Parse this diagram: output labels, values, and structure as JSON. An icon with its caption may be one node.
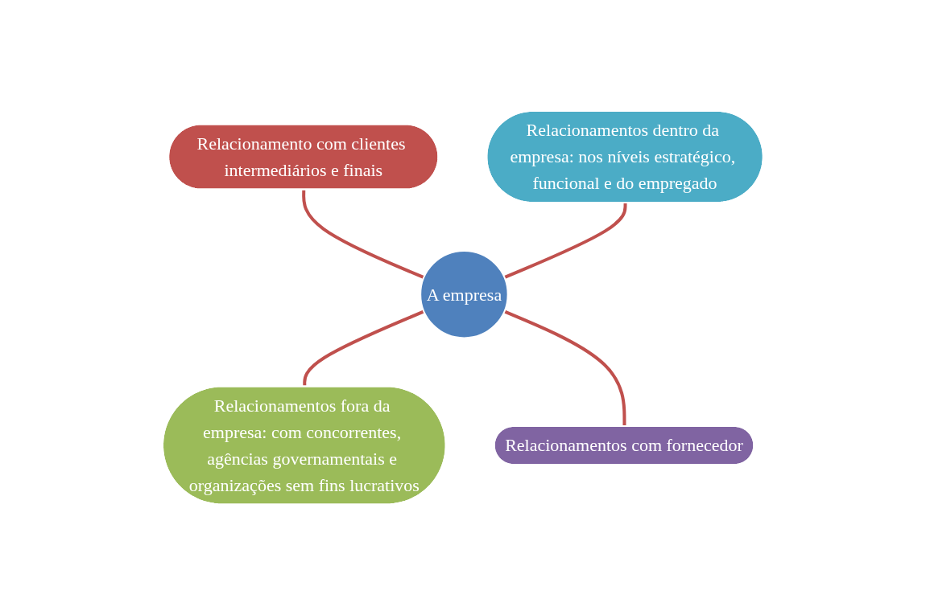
{
  "diagram": {
    "nodes": [
      {
        "text": [
          "Relacionamento com clientes intermediários e finais"
        ]
      },
      {
        "text": [
          "Relacionamentos dentro da empresa: nos níveis estratégico, funcional e do empregado"
        ]
      },
      {
        "text": [
          "A empresa"
        ]
      },
      {
        "text": [
          "Relacionamentos fora da empresa: com concorrentes, agências governamentais e organizações sem fins lucrativos"
        ]
      },
      {
        "text": [
          "Relacionamentos com fornecedor"
        ]
      }
    ],
    "edges": [
      {
        "from": 0,
        "to": 2,
        "arrow": "none"
      },
      {
        "from": 1,
        "to": 2,
        "arrow": "none"
      },
      {
        "from": 2,
        "to": 3,
        "arrow": "none"
      },
      {
        "from": 2,
        "to": 4,
        "arrow": "none"
      }
    ]
  }
}
